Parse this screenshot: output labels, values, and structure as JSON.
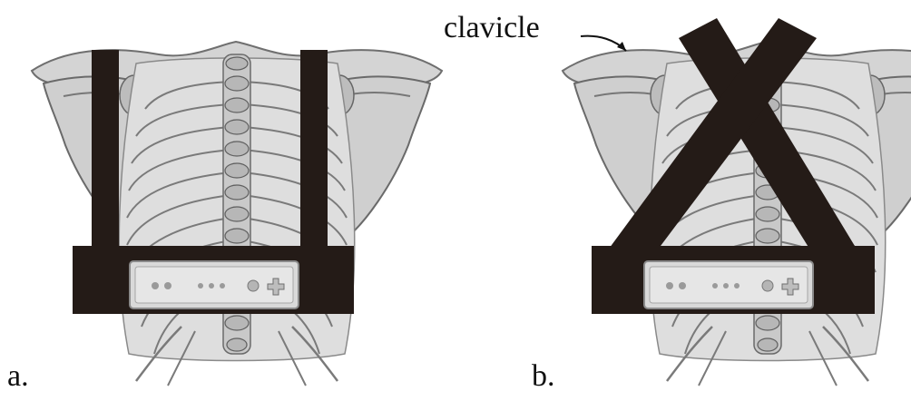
{
  "figure": {
    "panels": [
      {
        "label": "a.",
        "strap_configuration": "parallel-vertical-straps"
      },
      {
        "label": "b.",
        "strap_configuration": "crossed-x-straps"
      }
    ],
    "callout": {
      "text": "clavicle"
    },
    "colors": {
      "strap": "#241b17",
      "device_body": "#d9d9d9",
      "bone_fill": "#d2d2d2",
      "bone_stroke": "#6f6f6f",
      "background": "#ffffff"
    }
  }
}
